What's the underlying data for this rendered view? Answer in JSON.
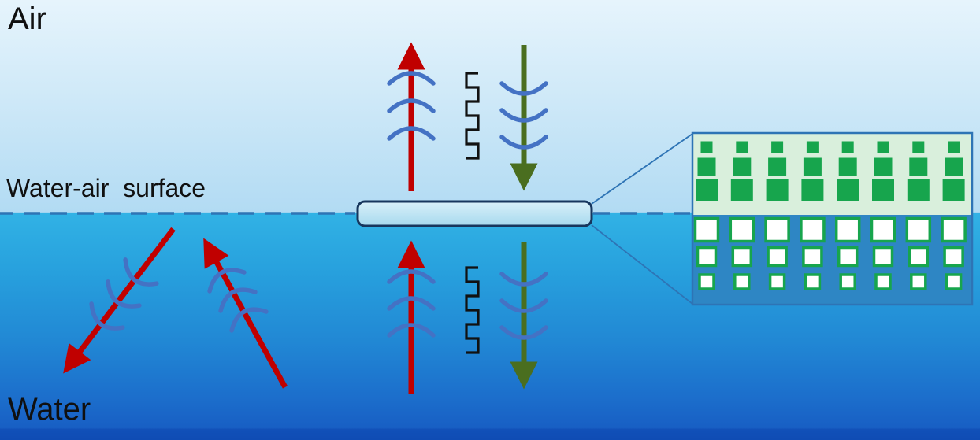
{
  "labels": {
    "air": "Air",
    "water_air_surface": "Water-air  surface",
    "water": "Water"
  },
  "colors": {
    "red_arrow": "#c00000",
    "green_arrow": "#4a6e1f",
    "flux_arc_blue": "#4472c4",
    "zigzag_black": "#111111",
    "interface_dash_blue": "#2e74b5",
    "device_fill_top": "#d9f0f9",
    "device_fill_bottom": "#a6d9ee",
    "device_border": "#17365d",
    "inset_border": "#2e74b5",
    "inset_air_background": "#d9efdc",
    "inset_water_background": "#2e86c4",
    "square_green": "#17a54d",
    "square_white": "#ffffff",
    "sky_top": "#e6f4fc",
    "sky_bottom": "#b2dbf3",
    "water_top": "#31b2e5",
    "water_deep": "#1150b8"
  },
  "inset": {
    "columns": 8,
    "air_side_rows": 3,
    "water_side_rows": 3
  }
}
